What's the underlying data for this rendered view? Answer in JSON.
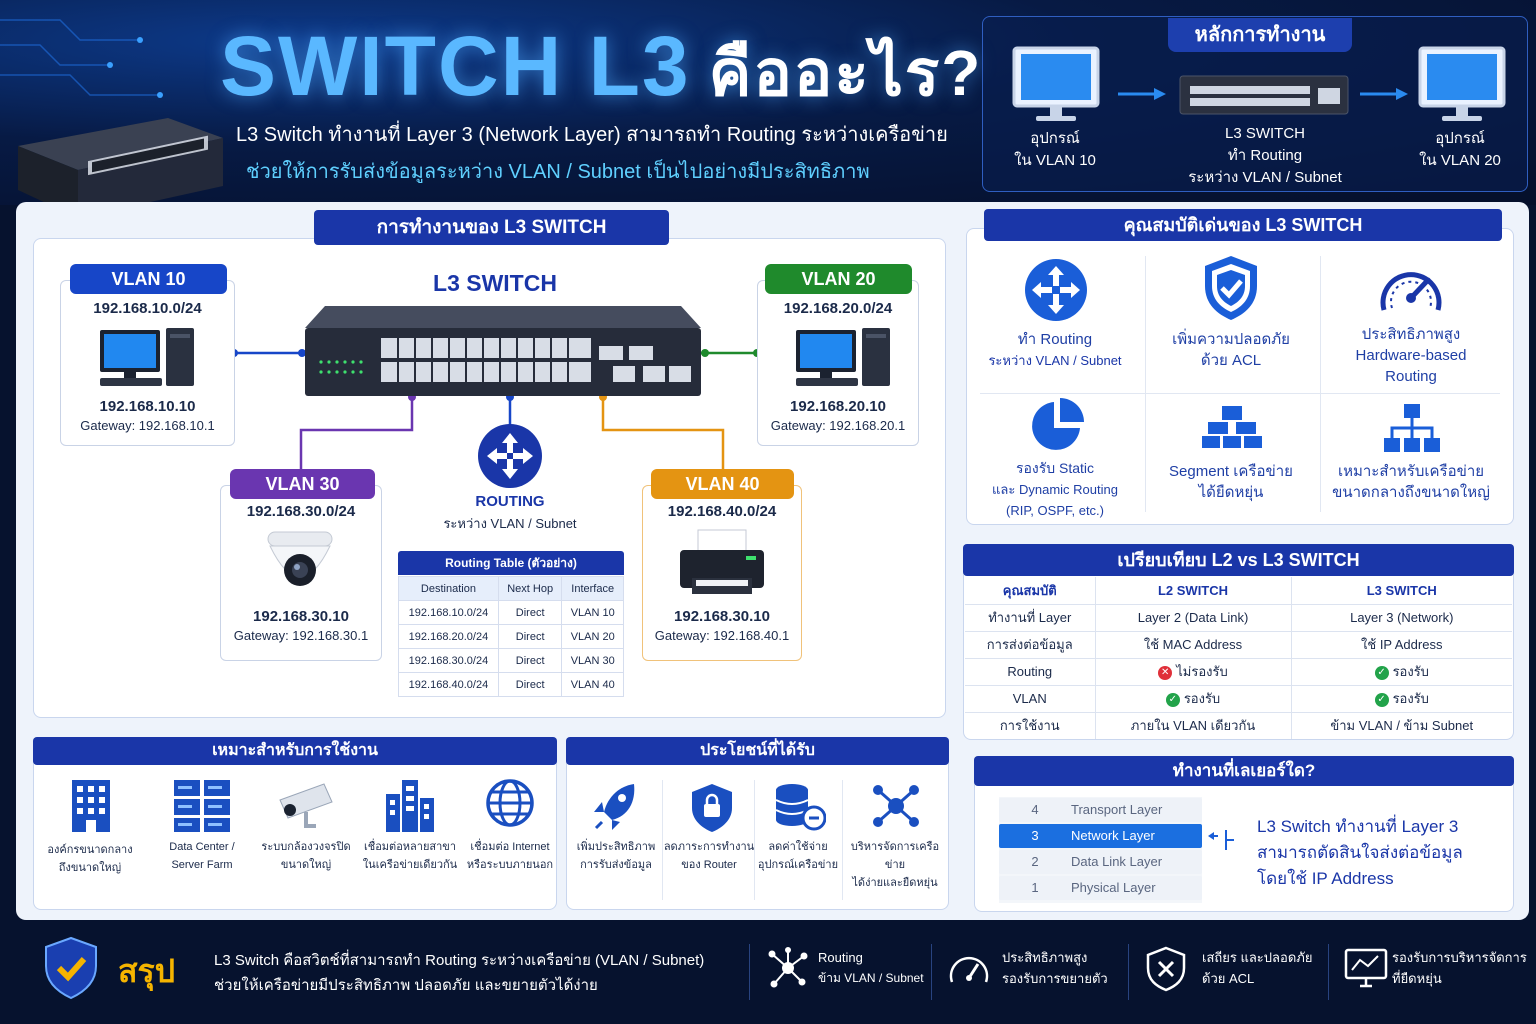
{
  "hero": {
    "title": "SWITCH L3",
    "title_q": "คืออะไร?",
    "subtitle1": "L3 Switch ทำงานที่ Layer 3 (Network Layer) สามารถทำ Routing ระหว่างเครือข่าย",
    "subtitle2": "ช่วยให้การรับส่งข้อมูลระหว่าง VLAN / Subnet เป็นไปอย่างมีประสิทธิภาพ"
  },
  "principle": {
    "title": "หลักการทำงาน",
    "left": [
      "อุปกรณ์",
      "ใน VLAN 10"
    ],
    "center": [
      "L3 SWITCH",
      "ทำ Routing",
      "ระหว่าง VLAN / Subnet"
    ],
    "right": [
      "อุปกรณ์",
      "ใน VLAN 20"
    ]
  },
  "operation": {
    "title": "การทำงานของ L3 SWITCH",
    "switch_label": "L3 SWITCH",
    "routing": [
      "ROUTING",
      "ระหว่าง VLAN / Subnet"
    ],
    "vlans": [
      {
        "tag": "VLAN 10",
        "subnet": "192.168.10.0/24",
        "ip": "192.168.10.10",
        "gateway": "Gateway: 192.168.10.1"
      },
      {
        "tag": "VLAN 20",
        "subnet": "192.168.20.0/24",
        "ip": "192.168.20.10",
        "gateway": "Gateway: 192.168.20.1"
      },
      {
        "tag": "VLAN 30",
        "subnet": "192.168.30.0/24",
        "ip": "192.168.30.10",
        "gateway": "Gateway: 192.168.30.1"
      },
      {
        "tag": "VLAN 40",
        "subnet": "192.168.40.0/24",
        "ip": "192.168.30.10",
        "gateway": "Gateway: 192.168.40.1"
      }
    ],
    "routing_table": {
      "title": "Routing Table (ตัวอย่าง)",
      "headers": [
        "Destination",
        "Next Hop",
        "Interface"
      ],
      "rows": [
        [
          "192.168.10.0/24",
          "Direct",
          "VLAN 10"
        ],
        [
          "192.168.20.0/24",
          "Direct",
          "VLAN 20"
        ],
        [
          "192.168.30.0/24",
          "Direct",
          "VLAN 30"
        ],
        [
          "192.168.40.0/24",
          "Direct",
          "VLAN 40"
        ]
      ]
    }
  },
  "features": {
    "title": "คุณสมบัติเด่นของ L3 SWITCH",
    "items": [
      {
        "icon": "routing-arrows-icon",
        "lines": [
          "ทำ Routing",
          "ระหว่าง VLAN / Subnet"
        ]
      },
      {
        "icon": "shield-check-icon",
        "lines": [
          "เพิ่มความปลอดภัย",
          "ด้วย ACL"
        ]
      },
      {
        "icon": "speedometer-icon",
        "lines": [
          "ประสิทธิภาพสูง",
          "Hardware-based",
          "Routing"
        ]
      },
      {
        "icon": "pie-chart-icon",
        "lines": [
          "รองรับ Static",
          "และ Dynamic Routing",
          "(RIP, OSPF, etc.)"
        ]
      },
      {
        "icon": "segment-blocks-icon",
        "lines": [
          "Segment เครือข่าย",
          "ได้ยืดหยุ่น"
        ]
      },
      {
        "icon": "network-tree-icon",
        "lines": [
          "เหมาะสำหรับเครือข่าย",
          "ขนาดกลางถึงขนาดใหญ่"
        ]
      }
    ]
  },
  "compare": {
    "title": "เปรียบเทียบ L2 vs L3 SWITCH",
    "headers": [
      "คุณสมบัติ",
      "L2 SWITCH",
      "L3 SWITCH"
    ],
    "rows": [
      [
        "ทำงานที่ Layer",
        "Layer 2 (Data Link)",
        "Layer 3 (Network)"
      ],
      [
        "การส่งต่อข้อมูล",
        "ใช้ MAC Address",
        "ใช้ IP Address"
      ],
      [
        "Routing",
        "ไม่รองรับ",
        "รองรับ"
      ],
      [
        "VLAN",
        "รองรับ",
        "รองรับ"
      ],
      [
        "การใช้งาน",
        "ภายใน VLAN เดียวกัน",
        "ข้าม VLAN / ข้าม Subnet"
      ]
    ]
  },
  "usage": {
    "title": "เหมาะสำหรับการใช้งาน",
    "items": [
      {
        "icon": "office-building-icon",
        "lines": [
          "องค์กรขนาดกลาง",
          "ถึงขนาดใหญ่"
        ]
      },
      {
        "icon": "server-rack-icon",
        "lines": [
          "Data Center /",
          "Server Farm"
        ]
      },
      {
        "icon": "cctv-camera-icon",
        "lines": [
          "ระบบกล้องวงจรปิด",
          "ขนาดใหญ่"
        ]
      },
      {
        "icon": "branch-buildings-icon",
        "lines": [
          "เชื่อมต่อหลายสาขา",
          "ในเครือข่ายเดียวกัน"
        ]
      },
      {
        "icon": "globe-icon",
        "lines": [
          "เชื่อมต่อ Internet",
          "หรือระบบภายนอก"
        ]
      }
    ]
  },
  "benefits": {
    "title": "ประโยชน์ที่ได้รับ",
    "items": [
      {
        "icon": "rocket-icon",
        "lines": [
          "เพิ่มประสิทธิภาพ",
          "การรับส่งข้อมูล"
        ]
      },
      {
        "icon": "lock-shield-icon",
        "lines": [
          "ลดภาระการทำงาน",
          "ของ Router"
        ]
      },
      {
        "icon": "database-cost-icon",
        "lines": [
          "ลดค่าใช้จ่าย",
          "อุปกรณ์เครือข่าย"
        ]
      },
      {
        "icon": "network-nodes-icon",
        "lines": [
          "บริหารจัดการเครือข่าย",
          "ได้ง่ายและยืดหยุ่น"
        ]
      }
    ]
  },
  "layers": {
    "title": "ทำงานที่เลเยอร์ใด?",
    "items": [
      {
        "num": "4",
        "name": "Transport Layer"
      },
      {
        "num": "3",
        "name": "Network Layer"
      },
      {
        "num": "2",
        "name": "Data Link Layer"
      },
      {
        "num": "1",
        "name": "Physical Layer"
      }
    ],
    "note": [
      "L3 Switch ทำงานที่ Layer 3",
      "สามารถตัดสินใจส่งต่อข้อมูล",
      "โดยใช้ IP Address"
    ]
  },
  "summary": {
    "title": "สรุป",
    "text": [
      "L3 Switch คือสวิตช์ที่สามารถทำ Routing ระหว่างเครือข่าย (VLAN / Subnet)",
      "ช่วยให้เครือข่ายมีประสิทธิภาพ ปลอดภัย และขยายตัวได้ง่าย"
    ],
    "items": [
      {
        "icon": "routing-hub-icon",
        "lines": [
          "Routing",
          "ข้าม VLAN / Subnet"
        ]
      },
      {
        "icon": "gauge-icon",
        "lines": [
          "ประสิทธิภาพสูง",
          "รองรับการขยายตัว"
        ]
      },
      {
        "icon": "shield-x-icon",
        "lines": [
          "เสถียร และปลอดภัย",
          "ด้วย ACL"
        ]
      },
      {
        "icon": "monitor-network-icon",
        "lines": [
          "รองรับการบริหารจัดการ",
          "ที่ยืดหยุ่น"
        ]
      }
    ]
  },
  "colors": {
    "brand": "#1a36a8",
    "vlan10": "#1746c8",
    "vlan20": "#1f8a2c",
    "vlan30": "#6a36b0",
    "vlan40": "#e49412",
    "accent": "#f5b400"
  }
}
